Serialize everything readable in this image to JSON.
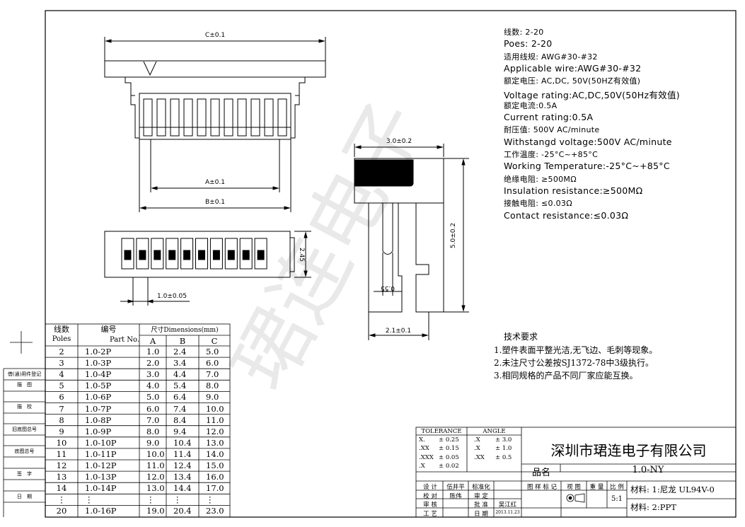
{
  "dims": {
    "c": "C±0.1",
    "a": "A±0.1",
    "b": "B±0.1",
    "height": "2.45",
    "pitch": "1.0±0.05",
    "side_width": "3.0±0.2",
    "side_height": "5.0±0.2",
    "pin": "0.55",
    "bottom": "2.1±0.1"
  },
  "specs": [
    {
      "text": "线数: 2-20",
      "cn": true
    },
    {
      "text": "Poes: 2-20",
      "cn": false
    },
    {
      "text": "适用线规: AWG#30-#32",
      "cn": true
    },
    {
      "text": "Applicable wire:AWG#30-#32",
      "cn": false
    },
    {
      "text": "额定电压: AC,DC, 50V(50HZ有效值)",
      "cn": true
    },
    {
      "text": "Voltage rating:AC,DC,50V(50Hz有效值)",
      "cn": false
    },
    {
      "text": "额定电流:0.5A",
      "cn": true
    },
    {
      "text": "Current rating:0.5A",
      "cn": false
    },
    {
      "text": "耐压值: 500V AC/minute",
      "cn": true
    },
    {
      "text": "Withstangd voltage:500V AC/minute",
      "cn": false
    },
    {
      "text": "工作温度: -25°C~+85°C",
      "cn": true
    },
    {
      "text": "Working Temperature:-25°C~+85°C",
      "cn": false
    },
    {
      "text": "绝缘电阻: ≥500MΩ",
      "cn": true
    },
    {
      "text": "Insulation resistance:≥500MΩ",
      "cn": false
    },
    {
      "text": "接触电阻: ≤0.03Ω",
      "cn": true
    },
    {
      "text": "Contact resistance:≤0.03Ω",
      "cn": false
    }
  ],
  "tech_req": {
    "title": "技术要求",
    "items": [
      "1.塑件表面平整光洁,无飞边、毛刺等现象。",
      "2.未注尺寸公差按SJ1372-78中3级执行。",
      "3.相同规格的产品不同厂家应能互换。"
    ]
  },
  "watermark": "珺连电子",
  "table": {
    "head_poles_cn": "线数",
    "head_poles_en": "Poles",
    "head_part_cn": "编号",
    "head_part_en": "Part No.",
    "head_dims": "尺寸Dimensions(mm)",
    "head_a": "A",
    "head_b": "B",
    "head_c": "C",
    "rows": [
      [
        "2",
        "1.0-2P",
        "1.0",
        "2.4",
        "5.0"
      ],
      [
        "3",
        "1.0-3P",
        "2.0",
        "3.4",
        "6.0"
      ],
      [
        "4",
        "1.0-4P",
        "3.0",
        "4.4",
        "7.0"
      ],
      [
        "5",
        "1.0-5P",
        "4.0",
        "5.4",
        "8.0"
      ],
      [
        "6",
        "1.0-6P",
        "5.0",
        "6.4",
        "9.0"
      ],
      [
        "7",
        "1.0-7P",
        "6.0",
        "7.4",
        "10.0"
      ],
      [
        "8",
        "1.0-8P",
        "7.0",
        "8.4",
        "11.0"
      ],
      [
        "9",
        "1.0-9P",
        "8.0",
        "9.4",
        "12.0"
      ],
      [
        "10",
        "1.0-10P",
        "9.0",
        "10.4",
        "13.0"
      ],
      [
        "11",
        "1.0-11P",
        "10.0",
        "11.4",
        "14.0"
      ],
      [
        "12",
        "1.0-12P",
        "11.0",
        "12.4",
        "15.0"
      ],
      [
        "13",
        "1.0-13P",
        "12.0",
        "13.4",
        "16.0"
      ],
      [
        "14",
        "1.0-14P",
        "13.0",
        "14.4",
        "17.0"
      ],
      [
        "⋮",
        "⋮",
        "⋮",
        "⋮",
        "⋮"
      ],
      [
        "20",
        "1.0-16P",
        "19.0",
        "20.4",
        "23.0"
      ]
    ]
  },
  "left_strip": [
    "借(通)用件登记",
    "描　图",
    "描　校",
    "旧底图总号",
    "底图总号",
    "签　字",
    "日　期"
  ],
  "title_block": {
    "company": "深圳市珺连电子有限公司",
    "tol_head": "TOLERANCE",
    "angle_head": "ANGLE",
    "tol": [
      [
        "X.",
        "± 0.25"
      ],
      [
        ".XX",
        "± 0.15"
      ],
      [
        ".XXX",
        "± 0.05"
      ],
      [
        ".X",
        "± 0.02"
      ]
    ],
    "angle": [
      [
        ".X",
        "± 3.0"
      ],
      [
        ".X",
        "± 1.0"
      ],
      [
        ".XX",
        "± 0.5"
      ]
    ],
    "name_label": "品名",
    "name_value": "1.0-NY",
    "design": "设 计",
    "design_by": "伍井平",
    "check": "校 对",
    "check_by": "陈伟",
    "review": "审 核",
    "process": "工 艺",
    "std": "标准化",
    "fix": "审 定",
    "approve": "批 准",
    "approve_by": "吴江红",
    "date": "日 期",
    "date_val": "2013.11.23",
    "mark": "图 样 标 记",
    "view": "视 图",
    "weight": "重 量",
    "scale": "比 例",
    "scale_val": "5:1",
    "material1": "材料: 1:尼龙 UL94V-0",
    "material2": "材料: 2:PPT"
  }
}
